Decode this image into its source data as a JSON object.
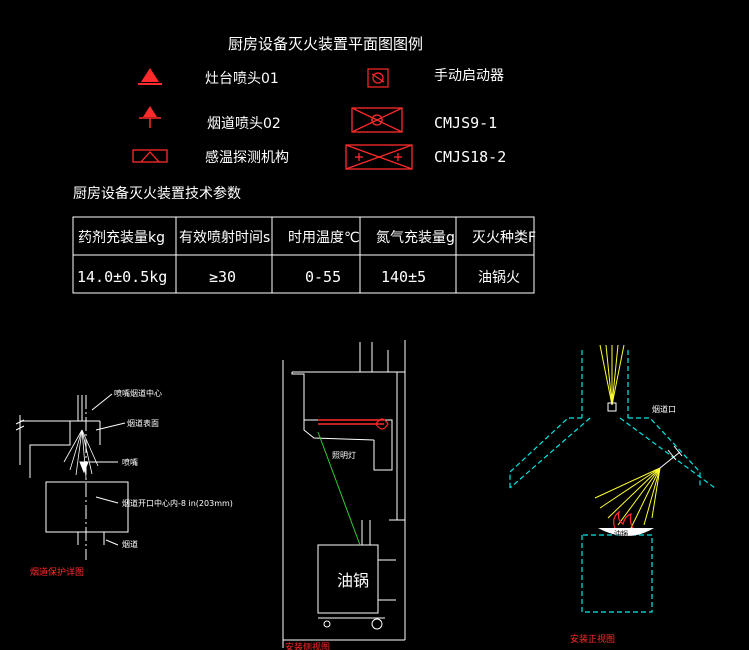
{
  "legend": {
    "title": "厨房设备灭火装置平面图图例",
    "items": {
      "nozzle01": "灶台喷头01",
      "nozzle02": "烟道喷头02",
      "sensor": "感温探测机构",
      "manual_starter": "手动启动器",
      "cmjs9": "CMJS9-1",
      "cmjs18": "CMJS18-2"
    }
  },
  "params": {
    "title": "厨房设备灭火装置技术参数",
    "headers": [
      "药剂充装量kg",
      "有效喷射时间s",
      "时用温度℃",
      "氮气充装量g",
      "灭火种类F"
    ],
    "values": [
      "14.0±0.5kg",
      "≥30",
      "0-55",
      "140±5",
      "油锅火"
    ]
  },
  "detail_left": {
    "labels": {
      "duct_center": "喷嘴烟道中心",
      "duct_surface": "烟道表面",
      "nozzle": "喷嘴",
      "opening": "烟道开口中心内-8 in(203mm)",
      "duct": "烟道"
    },
    "caption": "烟道保护详图"
  },
  "detail_middle": {
    "labels": {
      "lamp": "照明灯",
      "wok": "油锅"
    },
    "caption": "安装侧视图"
  },
  "detail_right": {
    "labels": {
      "duct_mouth": "烟道口",
      "wok": "油锅"
    },
    "caption": "安装正视图"
  },
  "colors": {
    "background": "#000000",
    "lines": "#ffffff",
    "symbols": "#ff2a2a",
    "spray": "#ffff33",
    "hood": "#00e5e5",
    "pipe": "#33cc33"
  }
}
